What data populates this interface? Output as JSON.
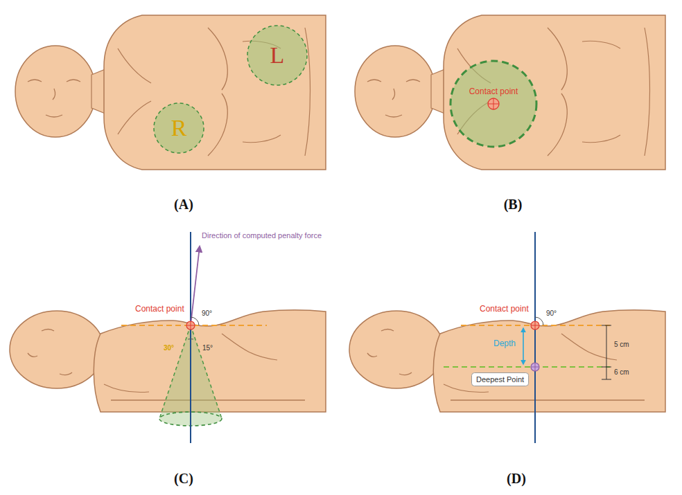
{
  "diagram": {
    "nodes": [
      {
        "text": [
          "L"
        ]
      },
      {
        "text": [
          "R"
        ]
      },
      {
        "text": [
          "Contact point"
        ]
      },
      {
        "text": [
          "Deepest Point"
        ]
      }
    ],
    "labels": [
      "(A)",
      "(B)",
      "Direction of computed penalty force",
      "Contact point",
      "90°",
      "30°",
      "15°",
      "(C)",
      "Contact point",
      "90°",
      "Depth",
      "5 cm",
      "6 cm",
      "(D)"
    ]
  }
}
